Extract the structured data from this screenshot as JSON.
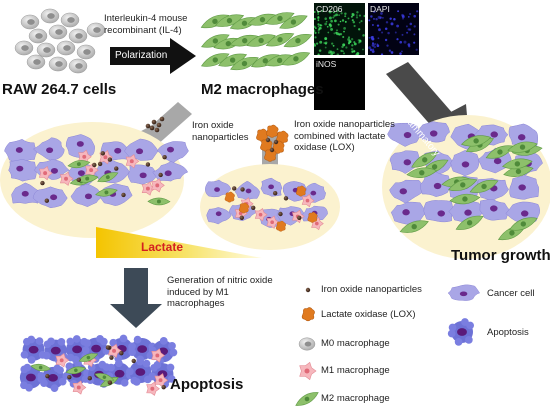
{
  "top": {
    "raw_label": "RAW 264.7 cells",
    "il4_label": "Interleukin-4 mouse\nrecombinant (IL-4)",
    "polarization_label": "Polarization",
    "m2_label": "M2 macrophages"
  },
  "panels": {
    "cd206": "CD206",
    "dapi": "DAPI",
    "inos": "iNOS"
  },
  "annotations": {
    "iron_oxide": "Iron oxide\nnanoparticles",
    "iron_lox": "Iron oxide nanoparticles\ncombined with lactate\noxidase (LOX)",
    "anti_inflammatory": "Anti-inflammatory",
    "lactate": "Lactate",
    "nitric_oxide": "Generation of nitric oxide\ninduced by M1\nmacrophages",
    "apoptosis_title": "Apoptosis",
    "tumor_growth": "Tumor growth"
  },
  "legend": {
    "iron_np": "Iron oxide nanoparticles",
    "lox": "Lactate oxidase  (LOX)",
    "m0": "M0 macrophage",
    "m1": "M1 macrophage",
    "m2": "M2 macrophage",
    "cancer": "Cancer cell",
    "apoptosis": "Apoptosis"
  },
  "colors": {
    "m2_green": "#8dc06b",
    "cancer_purple": "#a9a6e6",
    "nucleus": "#6a2a8c",
    "m1_pink": "#f6b7bd",
    "tumor_bg": "#fbf2cf",
    "arrow_gray": "#a8a8a8",
    "lox_orange": "#e07a1f",
    "lactate_yellow": "#f2d400"
  }
}
